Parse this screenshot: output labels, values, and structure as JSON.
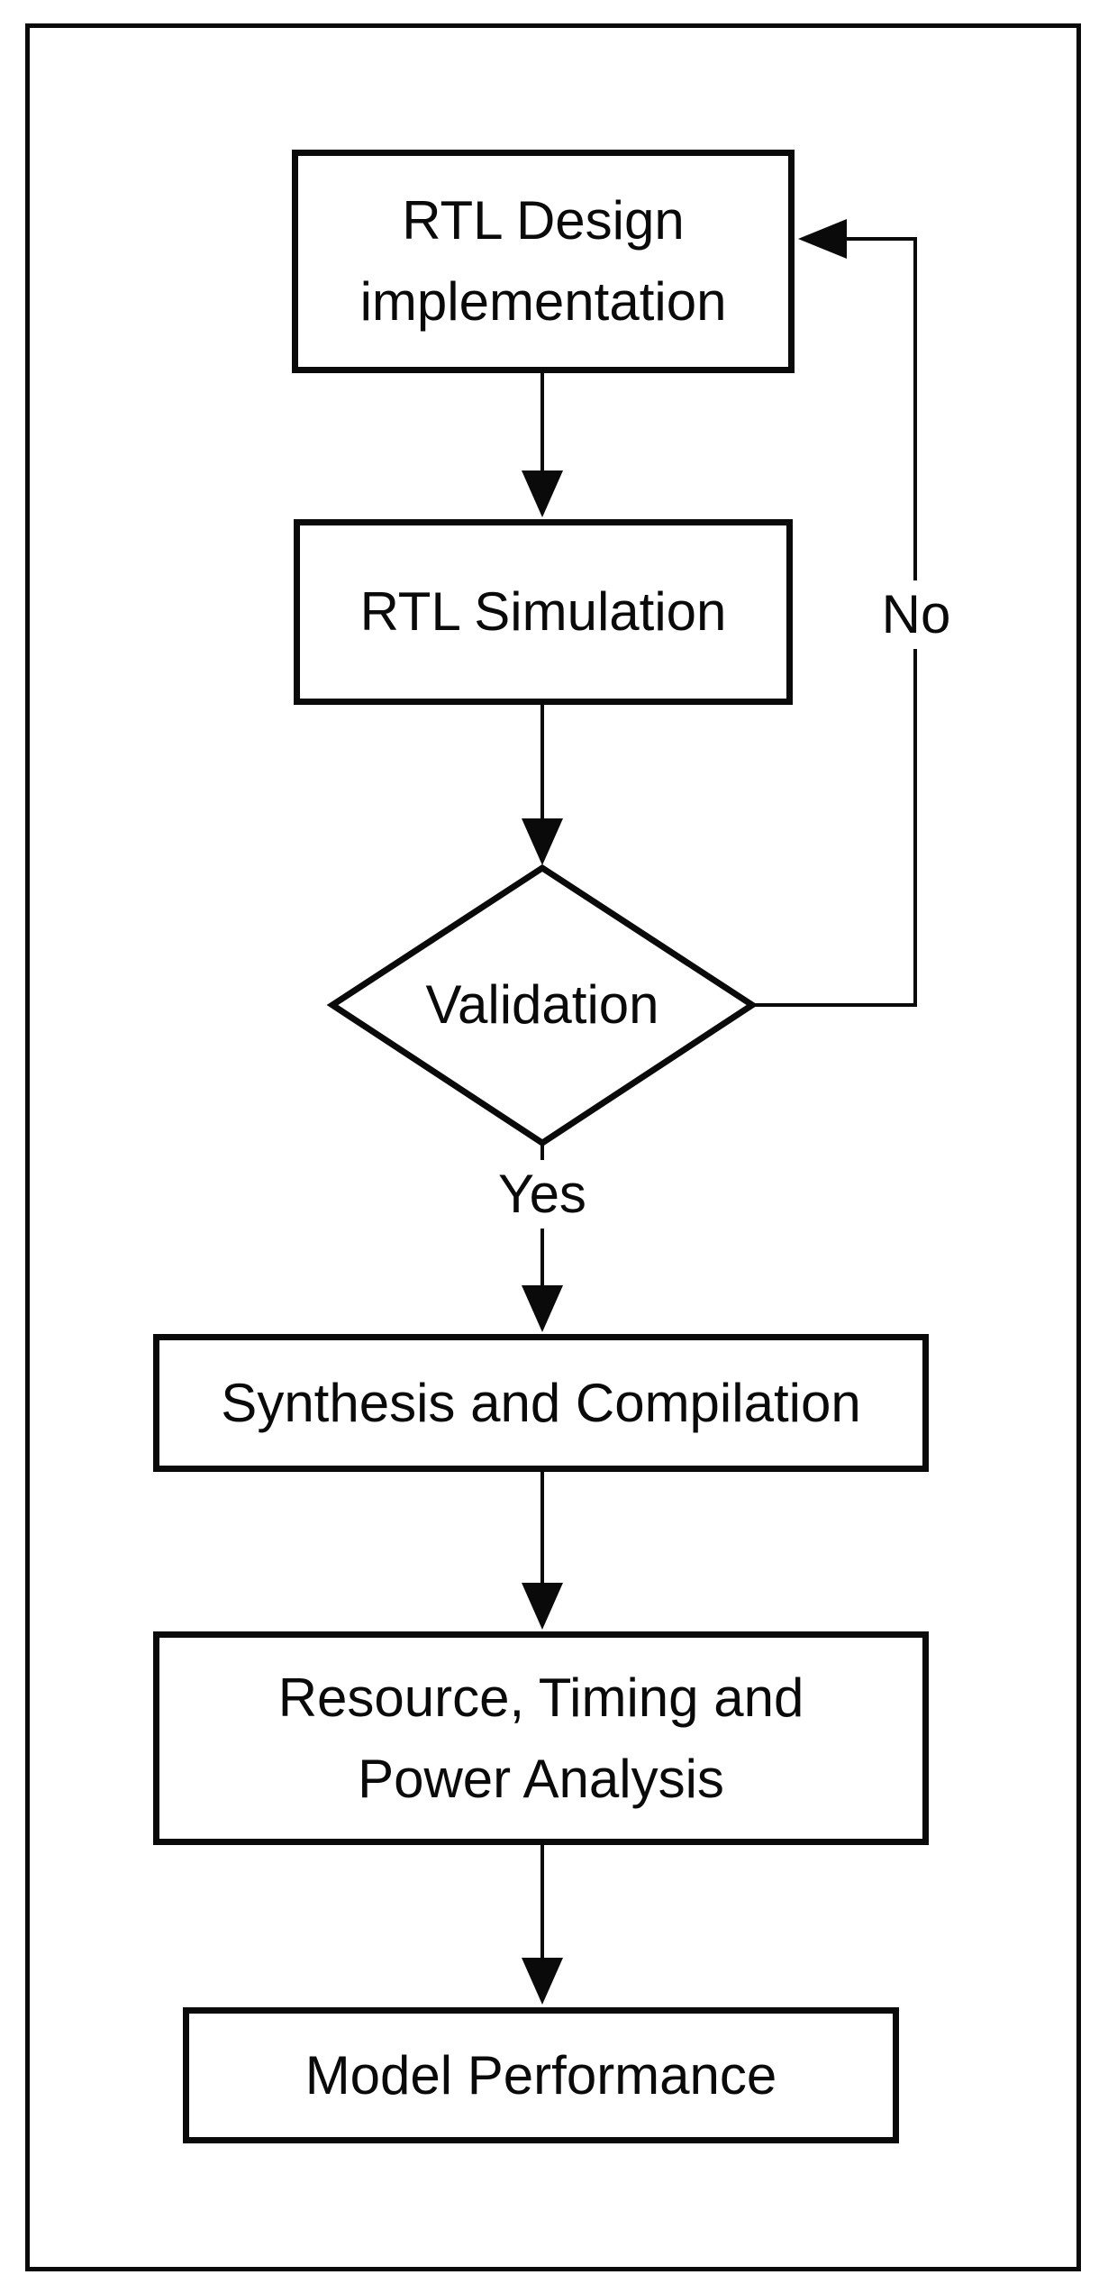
{
  "colors": {
    "ink": "#0a0a0a",
    "paper": "#ffffff"
  },
  "nodes": {
    "rtl_design": {
      "label": "RTL Design\nimplementation",
      "shape": "process"
    },
    "rtl_simulation": {
      "label": "RTL Simulation",
      "shape": "process"
    },
    "validation": {
      "label": "Validation",
      "shape": "decision"
    },
    "synthesis": {
      "label": "Synthesis and Compilation",
      "shape": "process"
    },
    "analysis": {
      "label": "Resource, Timing and\nPower Analysis",
      "shape": "process"
    },
    "model_performance": {
      "label": "Model Performance",
      "shape": "process"
    }
  },
  "branch_labels": {
    "yes": "Yes",
    "no": "No"
  },
  "edges": [
    {
      "from": "rtl_design",
      "to": "rtl_simulation",
      "label": ""
    },
    {
      "from": "rtl_simulation",
      "to": "validation",
      "label": ""
    },
    {
      "from": "validation",
      "to": "synthesis",
      "label": "Yes"
    },
    {
      "from": "validation",
      "to": "rtl_design",
      "label": "No"
    },
    {
      "from": "synthesis",
      "to": "analysis",
      "label": ""
    },
    {
      "from": "analysis",
      "to": "model_performance",
      "label": ""
    }
  ]
}
